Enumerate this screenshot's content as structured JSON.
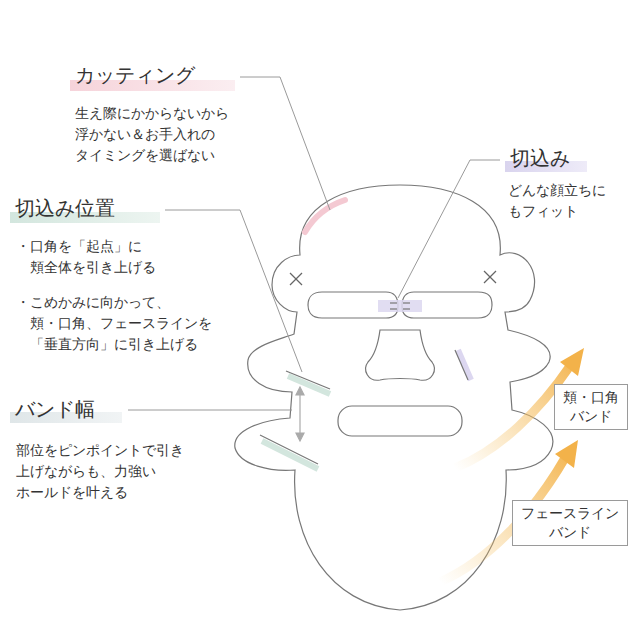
{
  "diagram": {
    "nodes": [
      {
        "text": [
          "頬・口角 バンド"
        ]
      },
      {
        "text": [
          "フェースライン バンド"
        ]
      }
    ],
    "labels": [
      "カッティング",
      "生え際にかからないから 浮かない＆お手入れの タイミングを選ばない",
      "切込み",
      "どんな顔立ちに もフィット",
      "切込み位置",
      "・口角を「起点」に 頬全体を引き上げる",
      "・こめかみに向かって、 頬・口角、フェースラインを 「垂直方向」に引き上げる",
      "バンド幅",
      "部位をピンポイントで引き 上げながらも、力強い ホールドを叶える"
    ]
  }
}
